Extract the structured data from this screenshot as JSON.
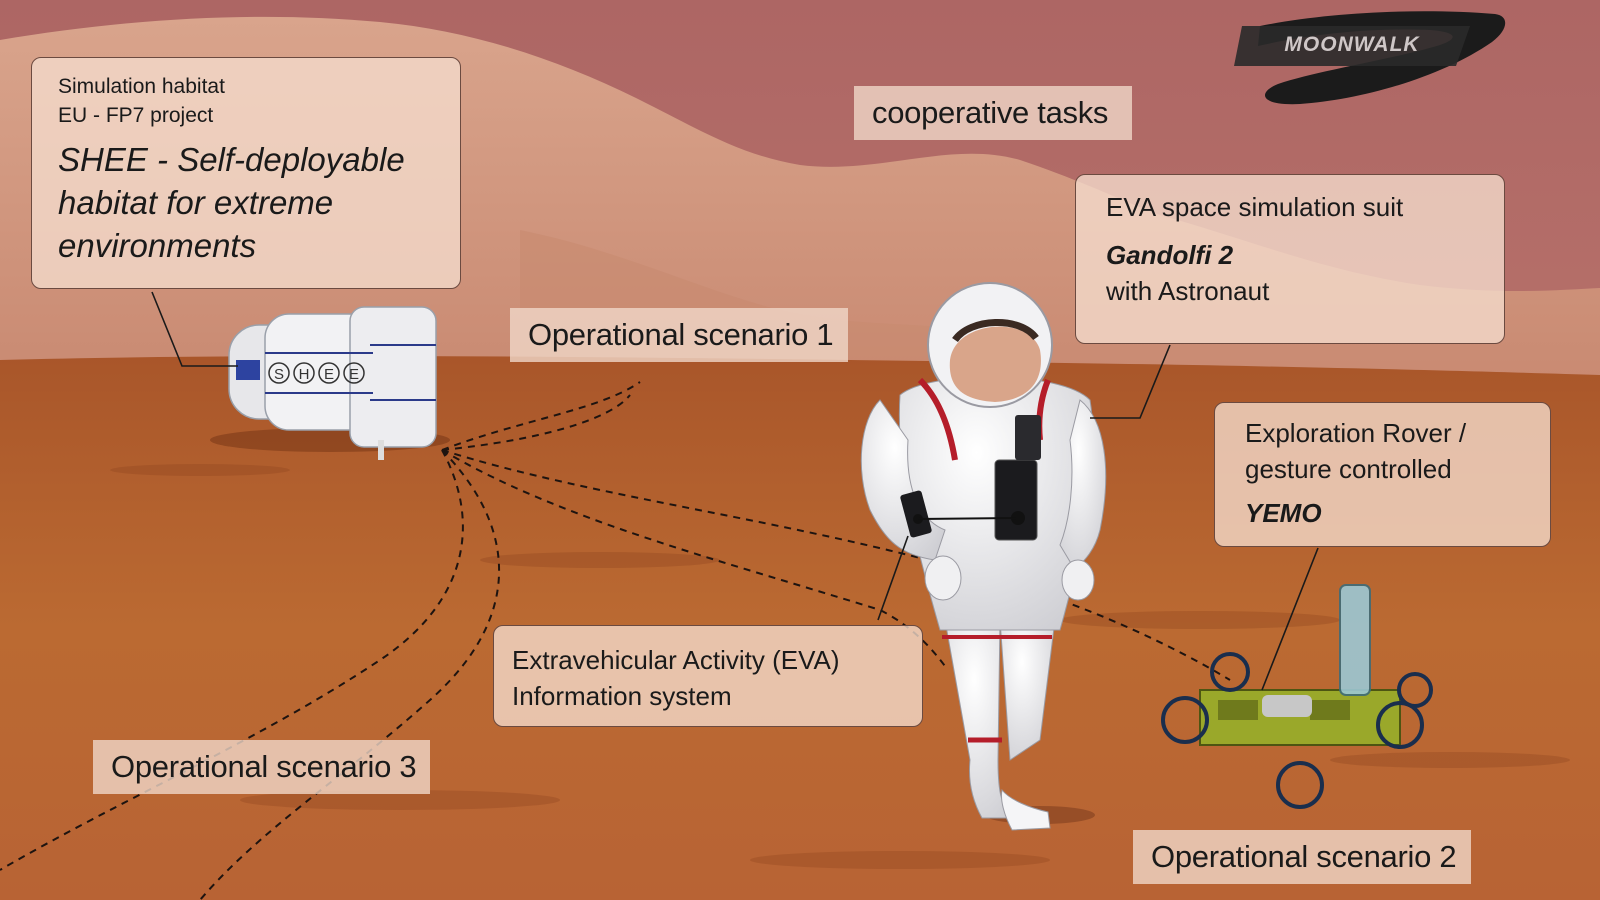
{
  "logo": {
    "text": "MOONWALK"
  },
  "labels": {
    "habitat": {
      "line1": "Simulation habitat",
      "line2": "EU - FP7 project",
      "title_line1": "SHEE - Self-deployable",
      "title_line2": "habitat for extreme",
      "title_line3": "environments"
    },
    "cooperative": "cooperative tasks",
    "suit": {
      "line1": "EVA space simulation suit",
      "name": "Gandolfi 2",
      "line3": "with Astronaut"
    },
    "scenario1": "Operational scenario 1",
    "scenario2": "Operational scenario 2",
    "scenario3": "Operational scenario 3",
    "rover": {
      "line1": "Exploration Rover /",
      "line2": "gesture controlled",
      "name": "YEMO"
    },
    "eva": {
      "line1": "Extravehicular Activity (EVA)",
      "line2": "Information system"
    }
  },
  "habitat_badges": [
    "S",
    "H",
    "E",
    "E"
  ],
  "colors": {
    "sky": "#b56c6a",
    "mountain": "#cf9b82",
    "ground": "#b8652e",
    "label_bg": "#f3dccd",
    "label_border": "#6b4a40"
  }
}
